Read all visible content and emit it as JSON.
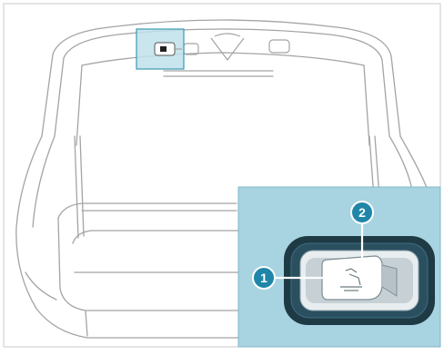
{
  "figure": {
    "description_visible": false,
    "callouts": [
      {
        "label": "1",
        "target": "trunk-release-switch"
      },
      {
        "label": "2",
        "target": "switch-symbol"
      }
    ],
    "colors": {
      "highlight_fill": "#bfe0ea",
      "highlight_stroke": "#3b9bb5",
      "inset_bg": "#a8d3e0",
      "callout_fill": "#1f86a8",
      "line": "#9a9a9a"
    },
    "icons": [
      "trunk-lid-illustration",
      "tailgate-switch",
      "button-symbol"
    ]
  }
}
